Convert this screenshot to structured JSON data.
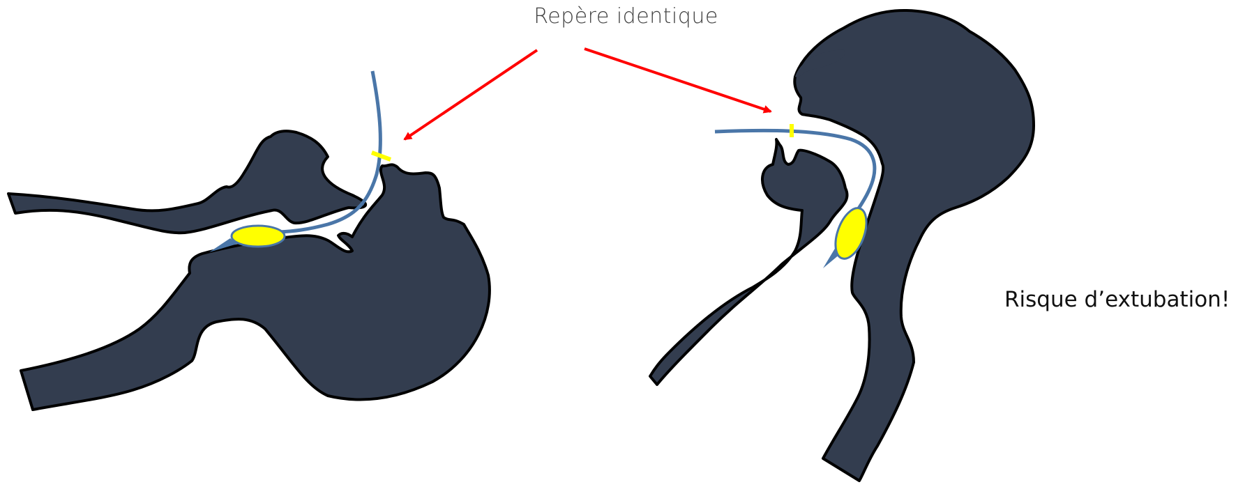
{
  "labels": {
    "identical_marker": "Repère identique",
    "risk": "Risque d’extubation!"
  },
  "colors": {
    "anatomy_fill": "#333d4f",
    "anatomy_stroke": "#000000",
    "tube": "#4a76a8",
    "cuff": "#ffff00",
    "marker": "#ffff00",
    "arrow": "#ff0000"
  },
  "icons": [
    "head-airway-neutral",
    "head-airway-extended",
    "endotracheal-tube",
    "tube-cuff",
    "depth-marker"
  ]
}
